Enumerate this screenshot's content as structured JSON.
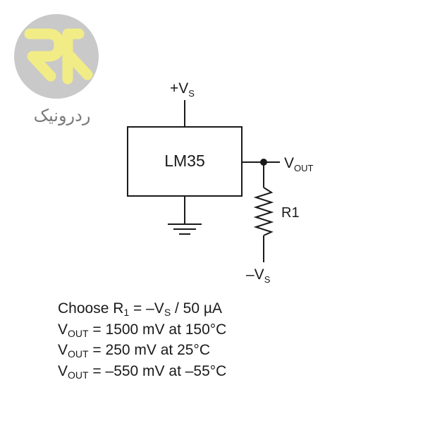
{
  "logo": {
    "caption": "ردرونیک",
    "colors": {
      "circle": "#c9c9c9",
      "glyph": "#f2ec86",
      "caption": "#7a7a7a"
    }
  },
  "circuit": {
    "chip_label": "LM35",
    "supply_top": {
      "main": "+V",
      "sub": "S"
    },
    "output": {
      "main": "V",
      "sub": "OUT"
    },
    "resistor_label": "R1",
    "supply_bottom": {
      "main": "–V",
      "sub": "S"
    },
    "wire_color": "#1a1a1a"
  },
  "notes": {
    "line1": {
      "a": "Choose R",
      "a_sub": "1",
      "b": " = –V",
      "b_sub": "S",
      "c": " / 50 µA"
    },
    "line2": {
      "a": "V",
      "a_sub": "OUT",
      "b": " = 1500 mV at 150°C"
    },
    "line3": {
      "a": "V",
      "a_sub": "OUT",
      "b": " = 250 mV at 25°C"
    },
    "line4": {
      "a": "V",
      "a_sub": "OUT",
      "b": " = –550 mV at –55°C"
    }
  }
}
